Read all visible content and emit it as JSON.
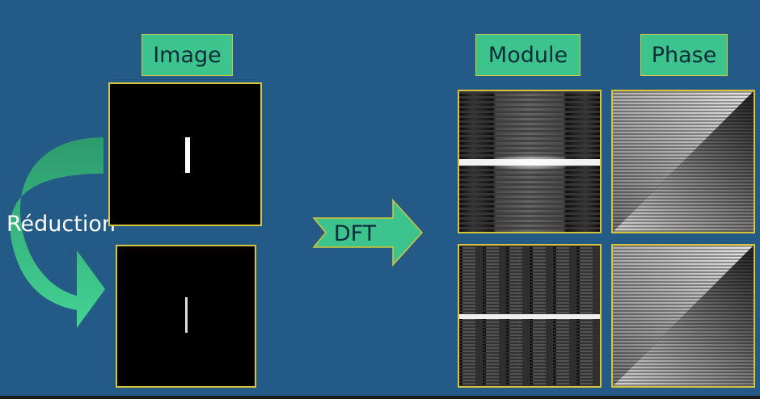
{
  "labels": {
    "image": "Image",
    "module": "Module",
    "phase": "Phase",
    "dft": "DFT",
    "reduction": "Réduction"
  },
  "colors": {
    "background": "#245a86",
    "label_fill": "#3cc48c",
    "panel_border": "#d8c43a",
    "arrow_fill": "#3cc48c"
  }
}
